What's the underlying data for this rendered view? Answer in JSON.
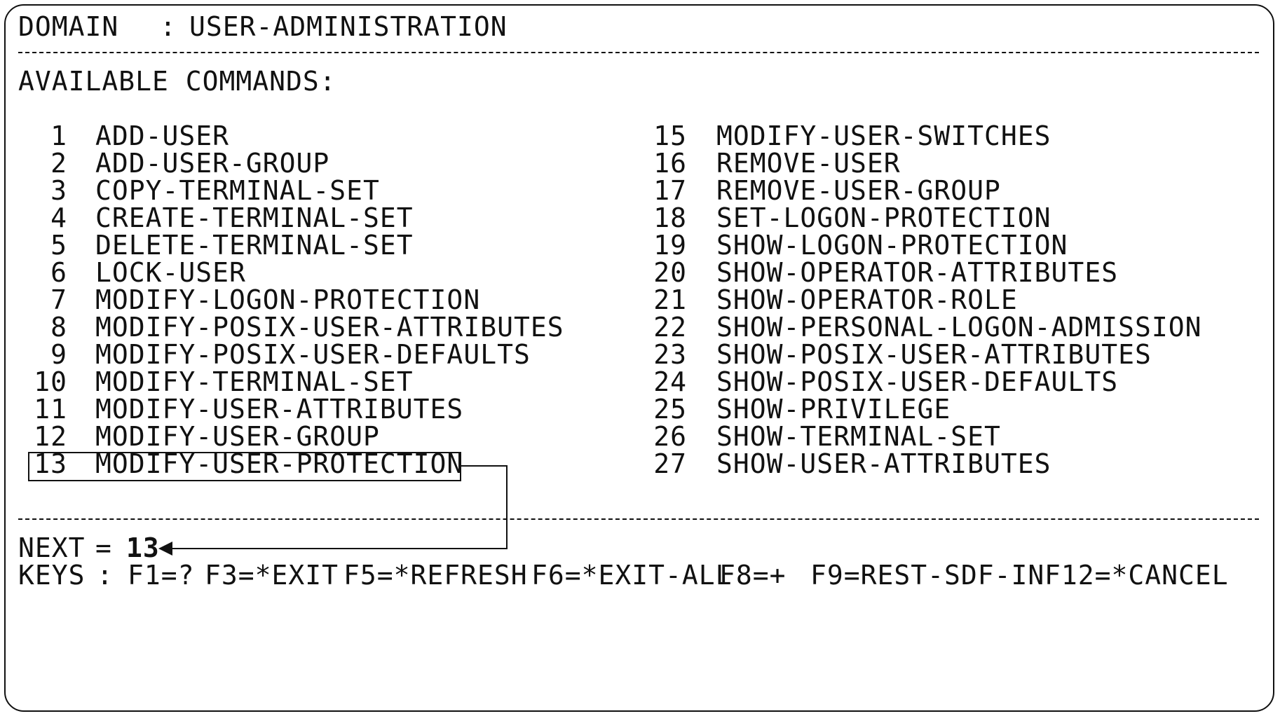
{
  "header": {
    "domain_label": "DOMAIN",
    "domain_colon": ":",
    "domain_value": "USER-ADMINISTRATION"
  },
  "commands_heading": "AVAILABLE COMMANDS:",
  "commands_left": [
    {
      "num": "1",
      "name": "ADD-USER"
    },
    {
      "num": "2",
      "name": "ADD-USER-GROUP"
    },
    {
      "num": "3",
      "name": "COPY-TERMINAL-SET"
    },
    {
      "num": "4",
      "name": "CREATE-TERMINAL-SET"
    },
    {
      "num": "5",
      "name": "DELETE-TERMINAL-SET"
    },
    {
      "num": "6",
      "name": "LOCK-USER"
    },
    {
      "num": "7",
      "name": "MODIFY-LOGON-PROTECTION"
    },
    {
      "num": "8",
      "name": "MODIFY-POSIX-USER-ATTRIBUTES"
    },
    {
      "num": "9",
      "name": "MODIFY-POSIX-USER-DEFAULTS"
    },
    {
      "num": "10",
      "name": "MODIFY-TERMINAL-SET"
    },
    {
      "num": "11",
      "name": "MODIFY-USER-ATTRIBUTES"
    },
    {
      "num": "12",
      "name": "MODIFY-USER-GROUP"
    },
    {
      "num": "13",
      "name": "MODIFY-USER-PROTECTION"
    }
  ],
  "commands_right": [
    {
      "num": "15",
      "name": "MODIFY-USER-SWITCHES"
    },
    {
      "num": "16",
      "name": "REMOVE-USER"
    },
    {
      "num": "17",
      "name": "REMOVE-USER-GROUP"
    },
    {
      "num": "18",
      "name": "SET-LOGON-PROTECTION"
    },
    {
      "num": "19",
      "name": "SHOW-LOGON-PROTECTION"
    },
    {
      "num": "20",
      "name": "SHOW-OPERATOR-ATTRIBUTES"
    },
    {
      "num": "21",
      "name": "SHOW-OPERATOR-ROLE"
    },
    {
      "num": "22",
      "name": "SHOW-PERSONAL-LOGON-ADMISSION"
    },
    {
      "num": "23",
      "name": "SHOW-POSIX-USER-ATTRIBUTES"
    },
    {
      "num": "24",
      "name": "SHOW-POSIX-USER-DEFAULTS"
    },
    {
      "num": "25",
      "name": "SHOW-PRIVILEGE"
    },
    {
      "num": "26",
      "name": "SHOW-TERMINAL-SET"
    },
    {
      "num": "27",
      "name": "SHOW-USER-ATTRIBUTES"
    }
  ],
  "next": {
    "label": "NEXT",
    "equals": "=",
    "value": "13"
  },
  "keys": {
    "label": "KEYS",
    "colon": ":",
    "items": [
      "F1=?",
      "F3=*EXIT",
      "F5=*REFRESH",
      "F6=*EXIT-ALL",
      "F8=+",
      "F9=REST-SDF-IN",
      "F12=*CANCEL"
    ]
  },
  "selected_command_num": "13",
  "colors": {
    "ink": "#111111",
    "background": "#ffffff"
  }
}
